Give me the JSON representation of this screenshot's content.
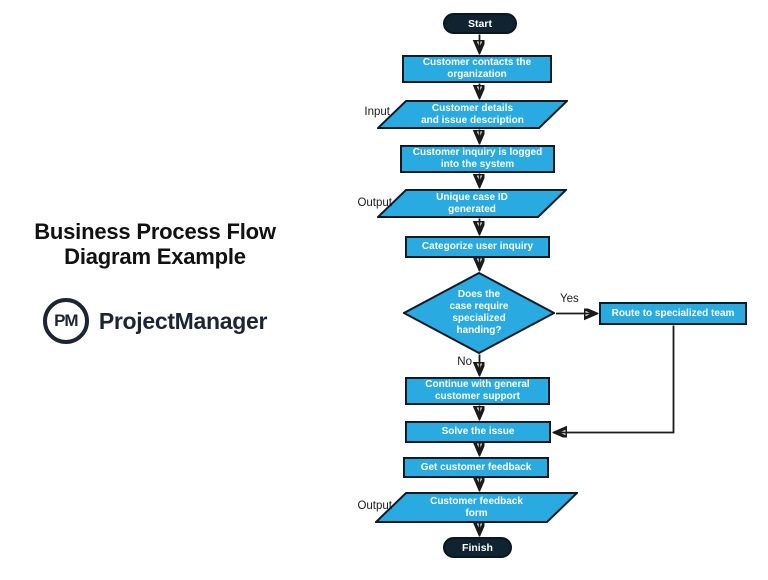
{
  "branding": {
    "title": "Business Process Flow\nDiagram Example",
    "logo_monogram": "PM",
    "logo_name": "ProjectManager"
  },
  "flowchart": {
    "nodes": {
      "start": {
        "type": "terminator",
        "label": "Start"
      },
      "contact": {
        "type": "process",
        "label": "Customer contacts the\norganization"
      },
      "details": {
        "type": "input_output",
        "label": "Customer details\nand issue description",
        "side_label": "Input"
      },
      "logged": {
        "type": "process",
        "label": "Customer inquiry is logged\ninto the system"
      },
      "case_id": {
        "type": "input_output",
        "label": "Unique case ID\ngenerated",
        "side_label": "Output"
      },
      "categorize": {
        "type": "process",
        "label": "Categorize user inquiry"
      },
      "decision": {
        "type": "decision",
        "label": "Does the\ncase require\nspecialized\nhanding?"
      },
      "route": {
        "type": "process",
        "label": "Route to specialized team"
      },
      "general": {
        "type": "process",
        "label": "Continue with general\ncustomer support"
      },
      "solve": {
        "type": "process",
        "label": "Solve the issue"
      },
      "get_feedback": {
        "type": "process",
        "label": "Get customer feedback"
      },
      "feedback_form": {
        "type": "input_output",
        "label": "Customer feedback\nform",
        "side_label": "Output"
      },
      "finish": {
        "type": "terminator",
        "label": "Finish"
      }
    },
    "branch_labels": {
      "yes": "Yes",
      "no": "No"
    }
  },
  "colors": {
    "node_fill": "#29ABE2",
    "node_border": "#0D1B26",
    "terminator_fill": "#0F2430",
    "node_text": "#FFFFFF",
    "connector": "#1A1A1A",
    "brand_navy": "#1D2533",
    "title_text": "#111111",
    "background": "#FFFFFF"
  }
}
